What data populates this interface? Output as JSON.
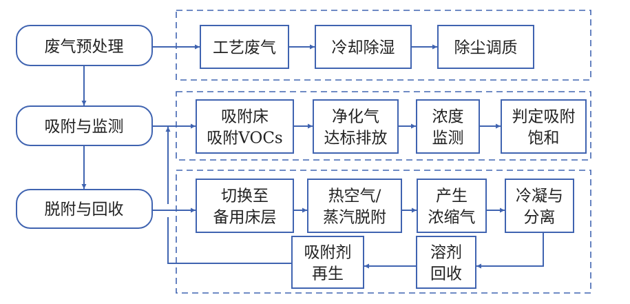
{
  "colors": {
    "stroke": "#3f63b0",
    "text": "#222222",
    "background": "#ffffff"
  },
  "stages": [
    {
      "id": "pretreat",
      "label": "废气预处理"
    },
    {
      "id": "adsorb",
      "label": "吸附与监测"
    },
    {
      "id": "desorb",
      "label": "脱附与回收"
    }
  ],
  "groups": {
    "pretreat": {
      "steps": [
        {
          "id": "process-gas",
          "lines": [
            "工艺废气"
          ]
        },
        {
          "id": "cool-dehumidify",
          "lines": [
            "冷却除湿"
          ]
        },
        {
          "id": "dedust-condition",
          "lines": [
            "除尘调质"
          ]
        }
      ]
    },
    "adsorb": {
      "steps": [
        {
          "id": "adsorb-bed",
          "lines": [
            "吸附床",
            "吸附VOCs"
          ]
        },
        {
          "id": "clean-gas",
          "lines": [
            "净化气",
            "达标排放"
          ]
        },
        {
          "id": "conc-monitor",
          "lines": [
            "浓度",
            "监测"
          ]
        },
        {
          "id": "saturation",
          "lines": [
            "判定吸附",
            "饱和"
          ]
        }
      ]
    },
    "desorb": {
      "steps": [
        {
          "id": "switch-bed",
          "lines": [
            "切换至",
            "备用床层"
          ]
        },
        {
          "id": "hot-air-steam",
          "lines": [
            "热空气/",
            "蒸汽脱附"
          ]
        },
        {
          "id": "conc-gas",
          "lines": [
            "产生",
            "浓缩气"
          ]
        },
        {
          "id": "condense-separate",
          "lines": [
            "冷凝与",
            "分离"
          ]
        },
        {
          "id": "solvent-recovery",
          "lines": [
            "溶剂",
            "回收"
          ]
        },
        {
          "id": "adsorbent-regen",
          "lines": [
            "吸附剂",
            "再生"
          ]
        }
      ]
    }
  }
}
